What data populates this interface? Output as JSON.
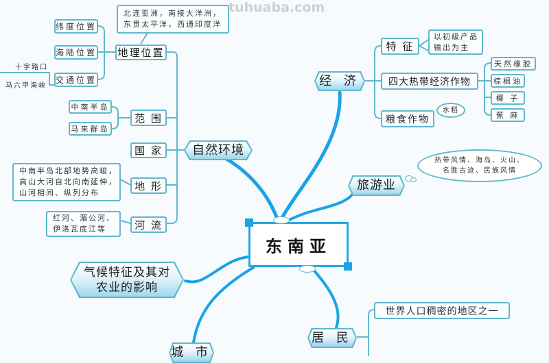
{
  "watermark": "tuhuaba.com",
  "center": {
    "label": "东南亚"
  },
  "colors": {
    "line": "#5fb7cf",
    "branch": "#1aa3e6",
    "background": "#f7fbfd"
  },
  "branches": {
    "natural_env": {
      "label": "自然环境",
      "geo_location": {
        "label": "地理位置",
        "note_line1": "北连亚洲，南接大洋洲，",
        "note_line2": "东贯太平洋，西通印度洋",
        "children": [
          "纬度位置",
          "海陆位置",
          "交通位置"
        ],
        "traffic_notes": [
          "十字路口",
          "马六甲海峡"
        ]
      },
      "scope": {
        "label": "范 围",
        "children": [
          "中南半岛",
          "马来群岛"
        ]
      },
      "country": {
        "label": "国 家"
      },
      "terrain": {
        "label": "地 形",
        "note_lines": [
          "中南半岛北部地势高峻，",
          "高山大河自北向南延伸，",
          "山河相间、纵列分布"
        ]
      },
      "rivers": {
        "label": "河 流",
        "note_lines": [
          "红河、湄公河、",
          "伊洛瓦底江等"
        ]
      }
    },
    "economy": {
      "label": "经 济",
      "feature": {
        "label": "特 征",
        "note_lines": [
          "以初级产品",
          "输出为主"
        ]
      },
      "cash_crops": {
        "label": "四大热带经济作物",
        "children": [
          "天然橡胶",
          "棕榈油",
          "椰 子",
          "蕉 麻"
        ]
      },
      "grain": {
        "label": "粮食作物",
        "note": "水稻"
      }
    },
    "tourism": {
      "label": "旅游业",
      "note_lines": [
        "热带风情、海岛、火山、",
        "名胜古迹、民族风情"
      ]
    },
    "climate": {
      "label_line1": "气候特征及其对",
      "label_line2": "农业的影响"
    },
    "city": {
      "label": "城 市"
    },
    "residents": {
      "label": "居 民",
      "children": [
        "世界人口稠密的地区之一"
      ]
    }
  }
}
